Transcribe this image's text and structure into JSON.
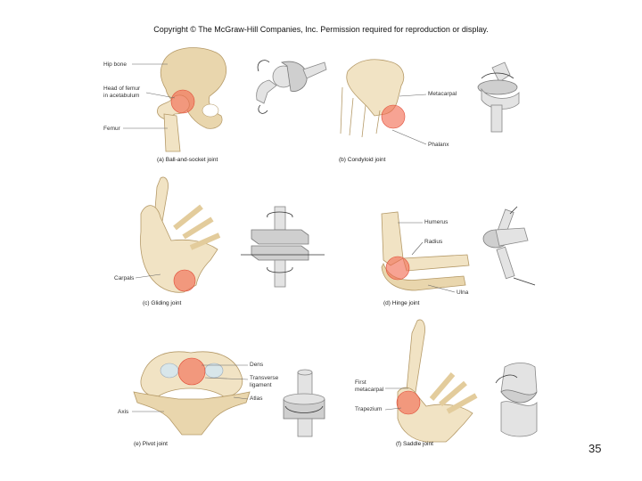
{
  "header": {
    "copyright": "Copyright © The McGraw-Hill Companies, Inc. Permission required for reproduction or display."
  },
  "page_number": "35",
  "panels": {
    "a": {
      "caption": "(a) Ball-and-socket joint",
      "labels": {
        "hip_bone": "Hip bone",
        "head_of_femur_1": "Head of femur",
        "head_of_femur_2": "in acetabulum",
        "femur": "Femur"
      }
    },
    "b": {
      "caption": "(b) Condyloid joint",
      "labels": {
        "metacarpal": "Metacarpal",
        "phalanx": "Phalanx"
      }
    },
    "c": {
      "caption": "(c) Gliding joint",
      "labels": {
        "carpals": "Carpals"
      }
    },
    "d": {
      "caption": "(d) Hinge joint",
      "labels": {
        "humerus": "Humerus",
        "radius": "Radius",
        "ulna": "Ulna"
      }
    },
    "e": {
      "caption": "(e) Pivot joint",
      "labels": {
        "dens": "Dens",
        "transverse_1": "Transverse",
        "transverse_2": "ligament",
        "atlas": "Atlas",
        "axis": "Axis"
      }
    },
    "f": {
      "caption": "(f) Saddle joint",
      "labels": {
        "first_metacarpal_1": "First",
        "first_metacarpal_2": "metacarpal",
        "trapezium": "Trapezium"
      }
    }
  },
  "colors": {
    "highlight": "#f26a50",
    "bone": "#e9d6ad",
    "model": "#e3e3e3"
  }
}
